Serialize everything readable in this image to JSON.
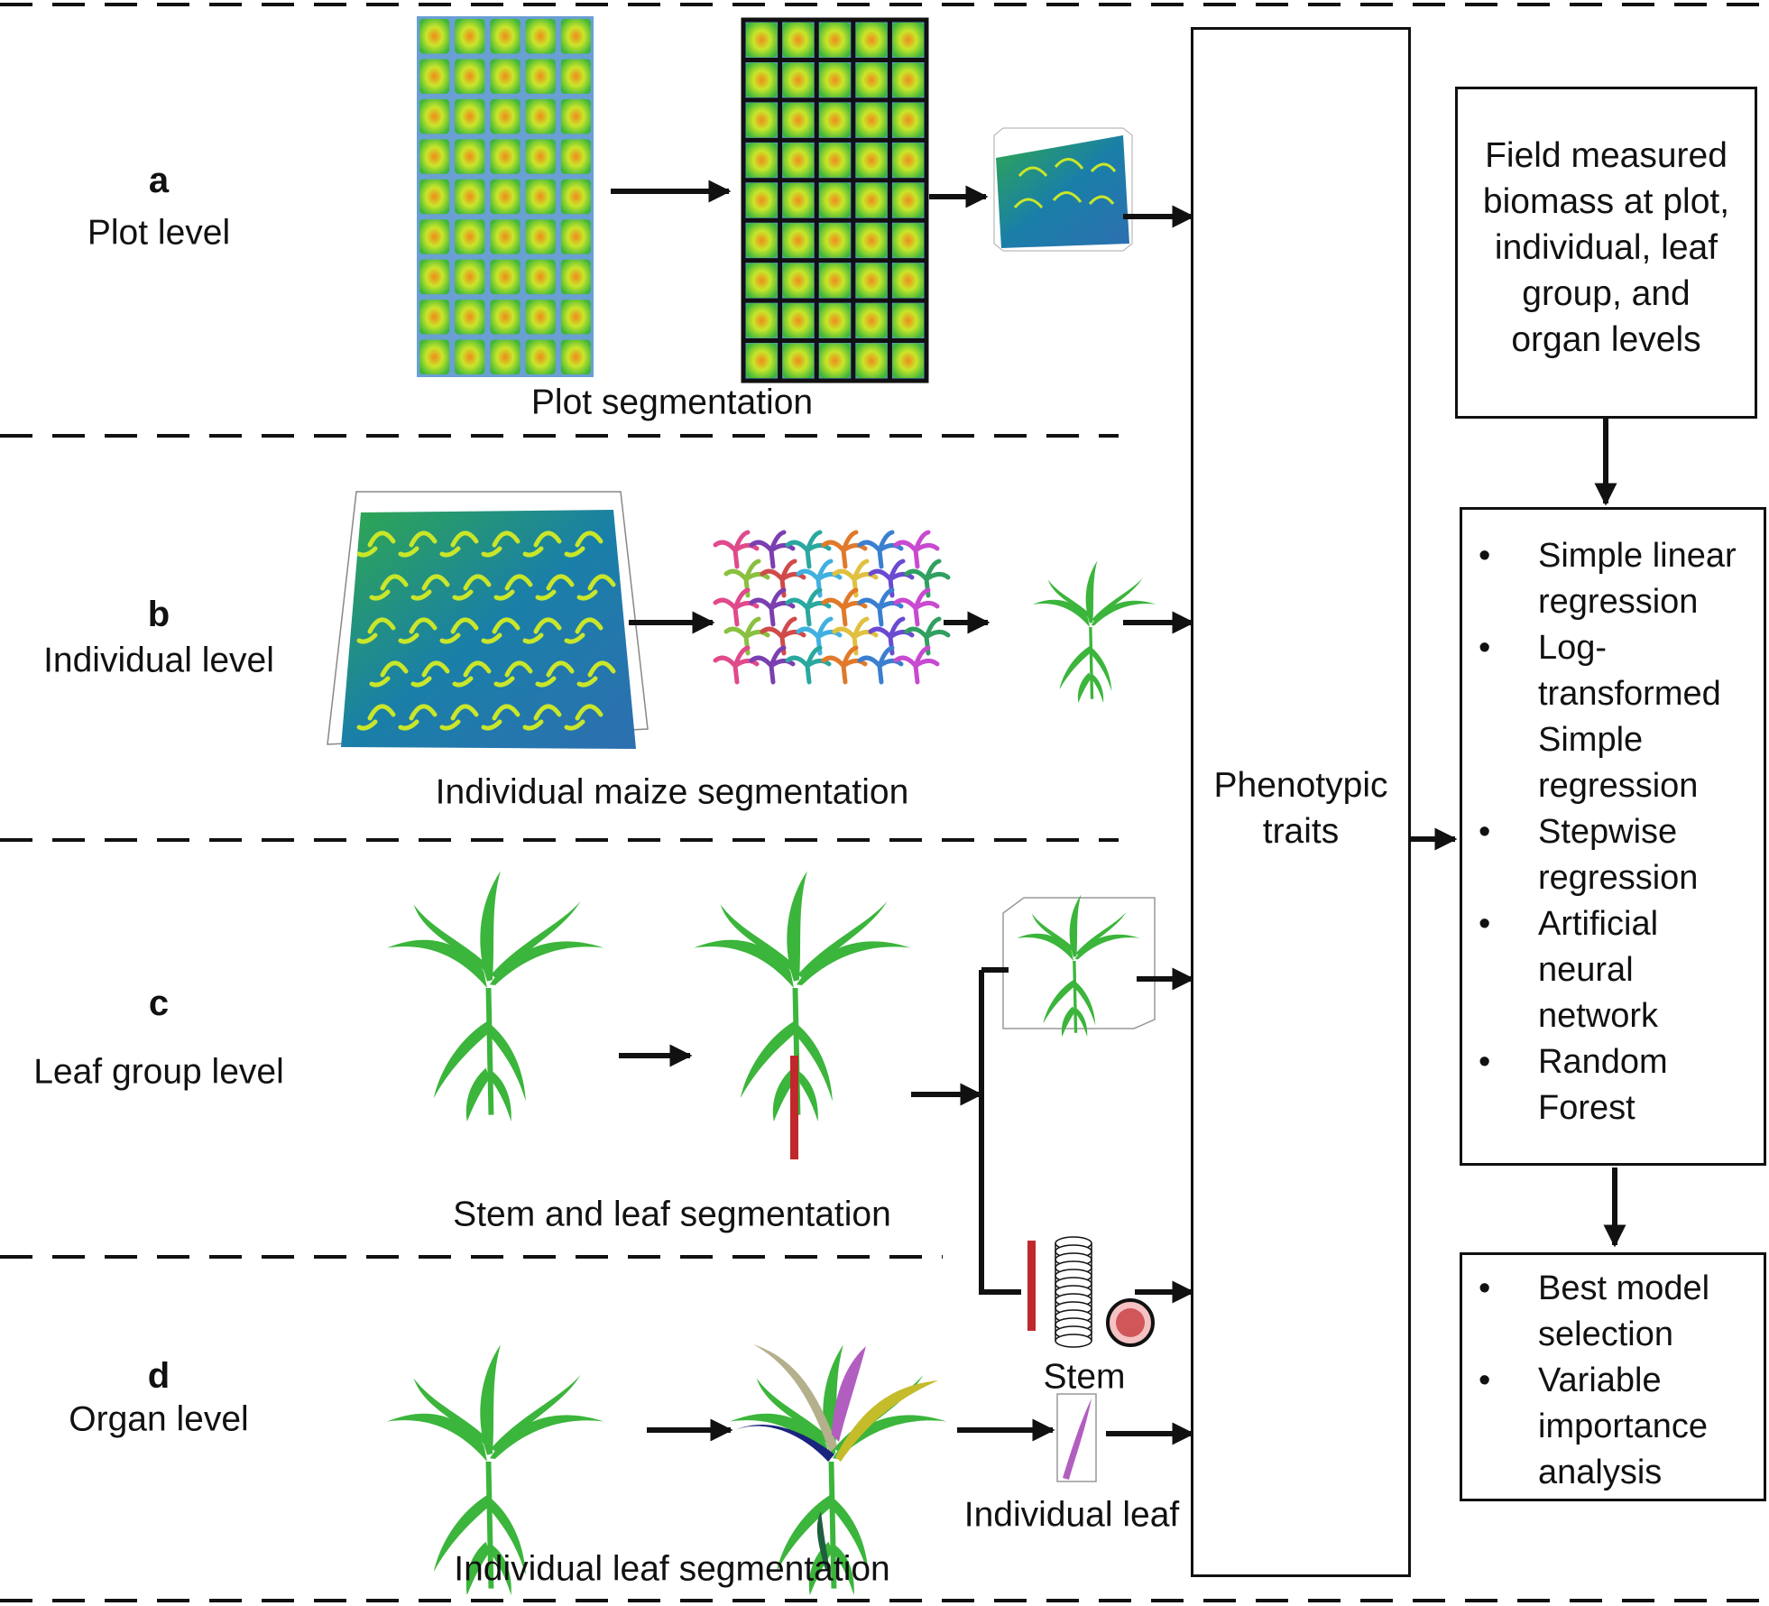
{
  "rows": [
    {
      "letter": "a",
      "level": "Plot level",
      "caption": "Plot segmentation"
    },
    {
      "letter": "b",
      "level": "Individual level",
      "caption": "Individual maize segmentation"
    },
    {
      "letter": "c",
      "level": "Leaf group level",
      "caption": "Stem and leaf segmentation"
    },
    {
      "letter": "d",
      "level": "Organ level",
      "caption": "Individual leaf segmentation"
    }
  ],
  "labels": {
    "stem": "Stem",
    "individual_leaf": "Individual leaf"
  },
  "phenotypic_box": {
    "line1": "Phenotypic",
    "line2": "traits"
  },
  "field_box": {
    "lines": [
      "Field measured",
      "biomass at plot,",
      "individual, leaf",
      "group, and",
      "organ levels"
    ]
  },
  "models_box": {
    "items": [
      [
        "Simple linear",
        "regression"
      ],
      [
        "Log-",
        "transformed",
        "Simple",
        "regression"
      ],
      [
        "Stepwise",
        "regression"
      ],
      [
        "Artificial",
        "neural",
        "network"
      ],
      [
        "Random",
        "Forest"
      ]
    ]
  },
  "results_box": {
    "items": [
      [
        "Best model",
        "selection"
      ],
      [
        "Variable",
        "importance",
        "analysis"
      ]
    ]
  },
  "colors": {
    "plant": "#3bb53b",
    "plant_dark": "#1e8f1e",
    "canopy_blue": "#1a7fa8",
    "canopy_yellow": "#c9e62a",
    "canopy_orange": "#f08a1c",
    "stem_red": "#c0282c",
    "leaf_purple": "#b25ec0",
    "leaf_navy": "#1a237e",
    "leaf_tan": "#b4b08c",
    "leaf_olive": "#c4bc2a"
  }
}
